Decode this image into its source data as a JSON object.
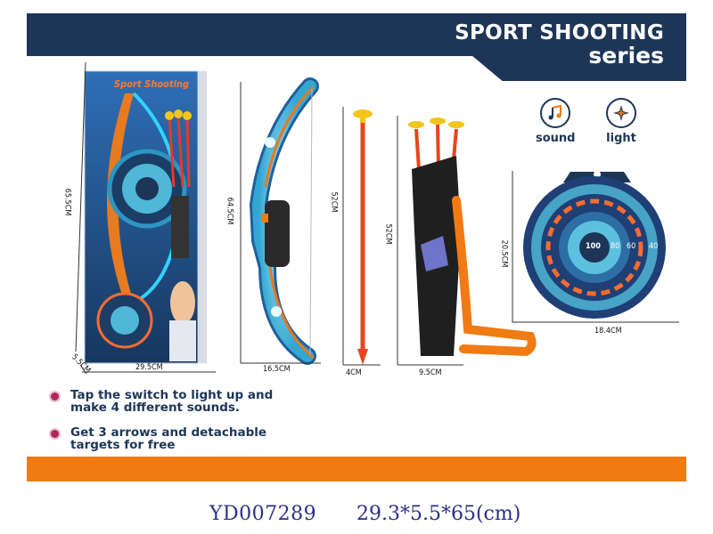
{
  "header": {
    "title": "SPORT SHOOTING",
    "subtitle": "series"
  },
  "package": {
    "brand_title": "Sport Shooting",
    "height_label": "65.5CM",
    "width_label": "29.5CM",
    "depth_label": "5.5CM"
  },
  "bow": {
    "height_label": "64.5CM",
    "width_label": "16.5CM"
  },
  "arrow": {
    "height_label": "52CM",
    "width_label": "4CM"
  },
  "quiver": {
    "height_label": "52CM",
    "width_label": "9.5CM"
  },
  "target": {
    "height_label": "20.5CM",
    "width_label": "18.4CM",
    "center_value": "100",
    "ring_values": [
      "80",
      "60",
      "40"
    ]
  },
  "features": [
    {
      "label": "sound",
      "icon": "music-note-icon"
    },
    {
      "label": "light",
      "icon": "light-star-icon"
    }
  ],
  "bullets": [
    "Tap the switch to light up and make 4 different sounds.",
    "Get 3 arrows and detachable targets for free"
  ],
  "footer": {
    "product_code": "YD007289",
    "product_size": "29.3*5.5*65(cm)"
  },
  "colors": {
    "navy": "#1d3658",
    "orange": "#f07b13",
    "bullet": "#b3265a",
    "code_text": "#2d2f86"
  }
}
